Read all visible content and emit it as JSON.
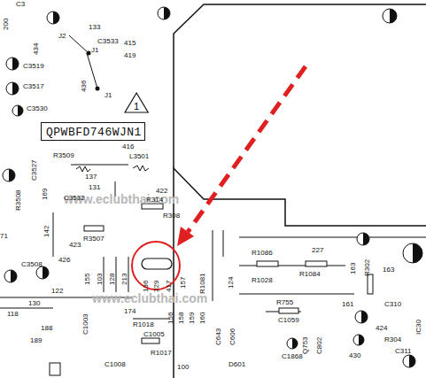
{
  "diagram": {
    "nodes": [
      {
        "text": [
          "1"
        ]
      },
      {
        "text": [
          "QPWBFD746WJN1"
        ]
      }
    ],
    "labels": [
      "200",
      "C3",
      "133",
      "J2",
      "C3533",
      "415",
      "419",
      "434",
      "J1",
      "C3519",
      "436",
      "C3517",
      "J1",
      "C3530",
      "416",
      "R3509",
      "L3501",
      "137",
      "C3527",
      "169",
      "R3508",
      "131",
      "422",
      "R314",
      "C3532",
      "R308",
      "142",
      "R3507",
      "423",
      "71",
      "C3508",
      "426",
      "155",
      "103",
      "128",
      "213",
      "136",
      "229",
      "417",
      "157",
      "R1081",
      "124",
      "227",
      "R1086",
      "R1084",
      "R1028",
      "163",
      "R302",
      "163",
      "122",
      "130",
      "118",
      "C1003",
      "174",
      "156",
      "158",
      "159",
      "160",
      "R755",
      "161",
      "C310",
      "IC30",
      "R1018",
      "188",
      "189",
      "C1005",
      "C643",
      "C606",
      "C1059",
      "Q753",
      "C802",
      "424",
      "R304",
      "C311",
      "R1017",
      "C1008",
      "D601",
      "C1868",
      "430",
      "www.eclubthai.com",
      "www.eclubthai.com",
      "100"
    ]
  }
}
